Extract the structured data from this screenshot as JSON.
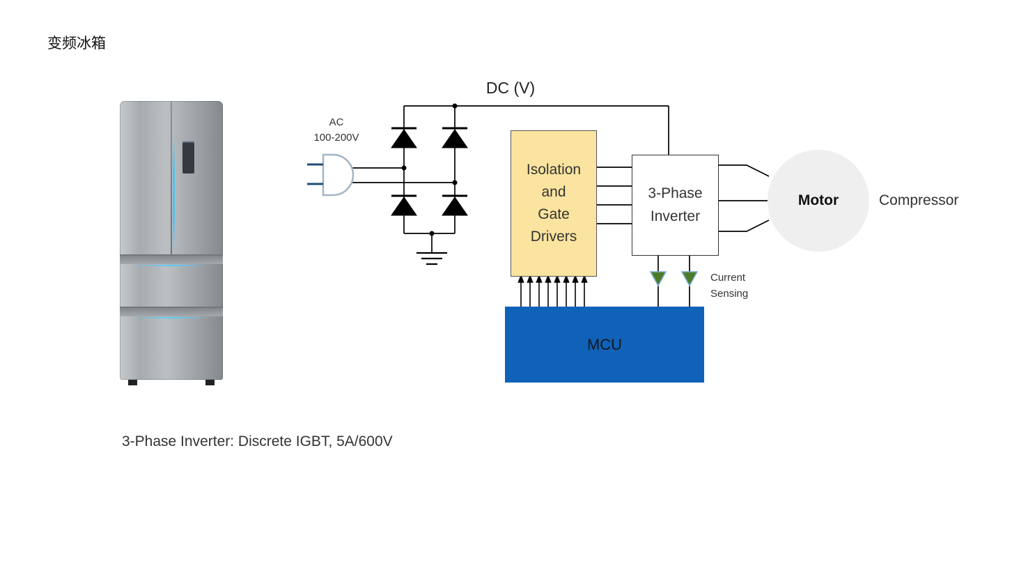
{
  "page": {
    "title": "变频冰箱",
    "caption": "3-Phase Inverter: Discrete IGBT, 5A/600V"
  },
  "diagram": {
    "dc_label": "DC (V)",
    "ac": {
      "line1": "AC",
      "line2": "100-200V"
    },
    "isolation_box": {
      "lines": [
        "Isolation",
        "and",
        "Gate",
        "Drivers"
      ]
    },
    "inverter_box": {
      "lines": [
        "3-Phase",
        "Inverter"
      ]
    },
    "motor_label": "Motor",
    "compressor_label": "Compressor",
    "current_sensing": {
      "line1": "Current",
      "line2": "Sensing"
    },
    "mcu_label": "MCU",
    "icons": {
      "ac_plug": "ac-plug-icon (outline shape)",
      "bridge_diodes": "diode-icon (solid black triangle with bar)",
      "ground": "ground-icon (three shrinking bars)",
      "current_sensor": "current-sensor-triangle-icon (green down triangle)"
    },
    "colors": {
      "isolation_box_fill": "#FBE49F",
      "mcu_fill": "#1062B8",
      "motor_fill": "#EFEFEF",
      "sensor_green": "#4E7A28",
      "wire_black": "#000000",
      "fridge_accent_blue": "#4FC3F7"
    }
  }
}
